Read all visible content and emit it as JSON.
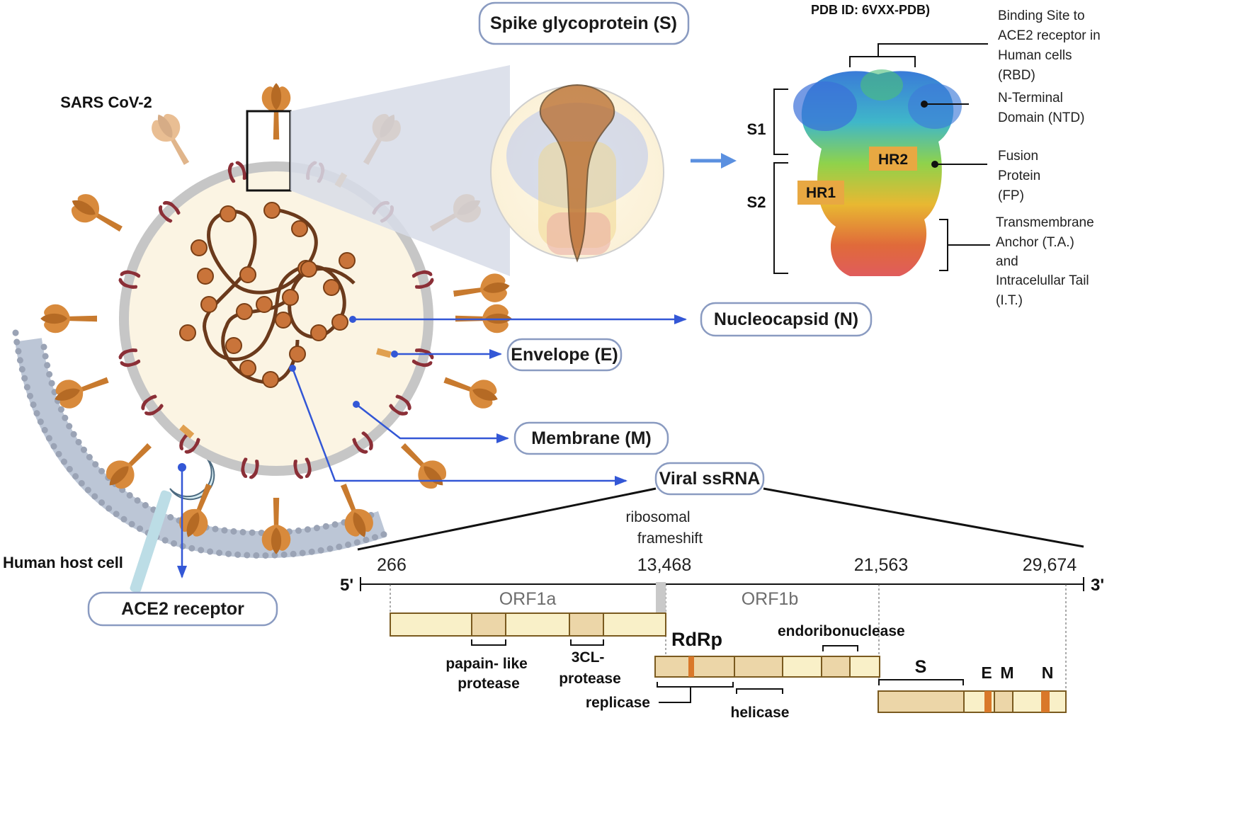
{
  "virus": {
    "title": "SARS CoV-2",
    "host_label": "Human host cell"
  },
  "labels": {
    "spike": "Spike glycoprotein (S)",
    "nucleocapsid": "Nucleocapsid (N)",
    "envelope": "Envelope (E)",
    "membrane": "Membrane (M)",
    "ssrna": "Viral ssRNA",
    "ace2": "ACE2 receptor"
  },
  "protein": {
    "pdb": "PDB ID: 6VXX-PDB)",
    "s1": "S1",
    "s2": "S2",
    "hr1": "HR1",
    "hr2": "HR2",
    "rbd": [
      "Binding Site to",
      "ACE2 receptor in",
      "Human cells",
      "(RBD)"
    ],
    "ntd": [
      "N-Terminal",
      "Domain (NTD)"
    ],
    "fp": [
      "Fusion",
      "Protein",
      "(FP)"
    ],
    "ta": [
      "Transmembrane",
      "Anchor (T.A.)",
      "and",
      "Intracelullar Tail",
      "(I.T.)"
    ]
  },
  "genome": {
    "five_prime": "5'",
    "three_prime": "3'",
    "positions": [
      "266",
      "13,468",
      "21,563",
      "29,674"
    ],
    "frameshift": [
      "ribosomal",
      "frameshift"
    ],
    "orf1a": "ORF1a",
    "orf1b": "ORF1b",
    "papain": [
      "papain- like",
      "protease"
    ],
    "cl3": [
      "3CL-",
      "protease"
    ],
    "rdrp": "RdRp",
    "endo": "endoribonuclease",
    "replicase": "replicase",
    "helicase": "helicase",
    "s": "S",
    "e": "E",
    "m": "M",
    "n": "N"
  },
  "colors": {
    "arrow": "#3357d6",
    "spike": "#c87a2e",
    "membrane_dimer": "#8b2f37",
    "envelope": "#e0a050",
    "rna": "#6b3a1c",
    "capsid_bead": "#c9743a"
  }
}
